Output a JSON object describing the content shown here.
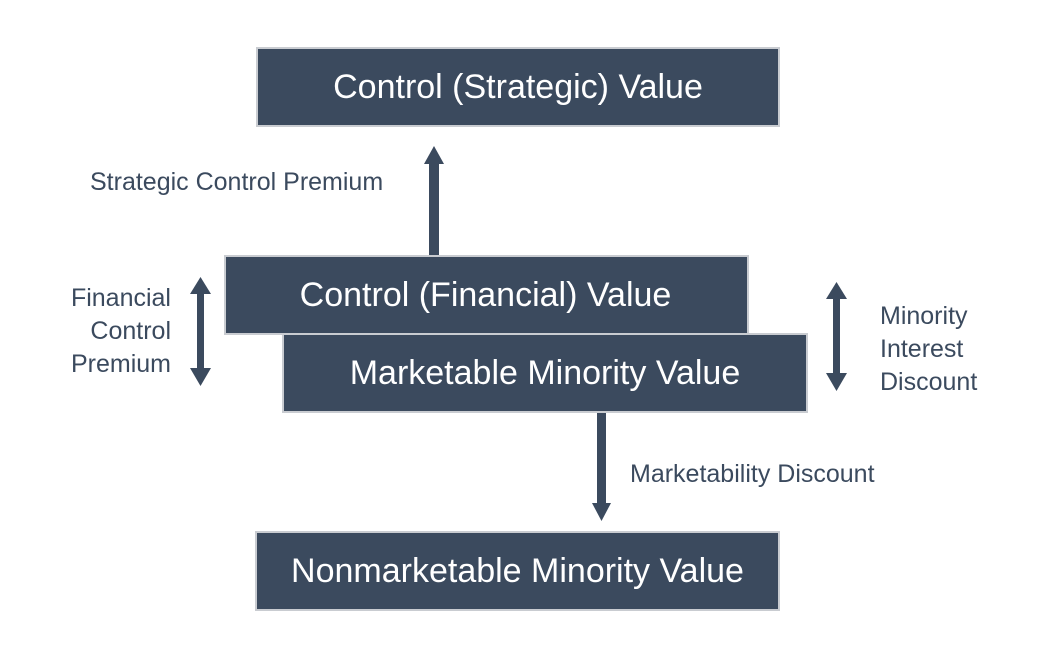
{
  "diagram": {
    "boxes": {
      "control_strategic": "Control (Strategic) Value",
      "control_financial": "Control (Financial) Value",
      "marketable_minority": "Marketable Minority Value",
      "nonmarketable_minority": "Nonmarketable Minority Value"
    },
    "labels": {
      "strategic_control_premium": "Strategic Control Premium",
      "financial_control_premium": [
        "Financial",
        "Control",
        "Premium"
      ],
      "minority_interest_discount": [
        "Minority",
        "Interest",
        "Discount"
      ],
      "marketability_discount": "Marketability Discount"
    }
  },
  "colors": {
    "box_fill": "#3b4a5e",
    "box_text": "#ffffff",
    "box_border": "#c9ccd1",
    "arrow": "#3b4a5e"
  }
}
